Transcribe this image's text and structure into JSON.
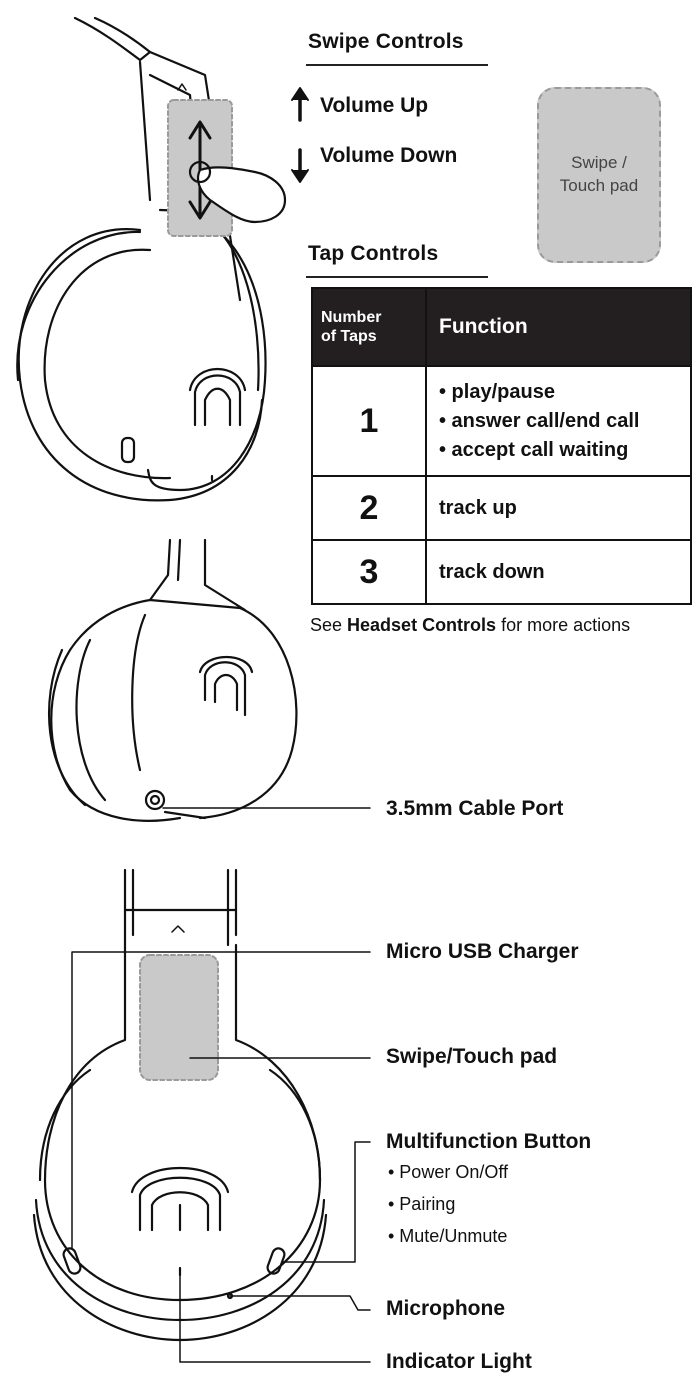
{
  "swipe_controls": {
    "heading": "Swipe Controls",
    "volume_up": "Volume Up",
    "volume_down": "Volume Down",
    "pad_label_line1": "Swipe /",
    "pad_label_line2": "Touch pad"
  },
  "tap_controls": {
    "heading": "Tap Controls",
    "col_taps_line1": "Number",
    "col_taps_line2": "of Taps",
    "col_function": "Function",
    "rows": [
      {
        "taps": "1",
        "functions": [
          "• play/pause",
          "• answer call/end call",
          "• accept call waiting"
        ]
      },
      {
        "taps": "2",
        "functions": [
          "track up"
        ]
      },
      {
        "taps": "3",
        "functions": [
          "track down"
        ]
      }
    ],
    "note_prefix": "See ",
    "note_bold": "Headset Controls",
    "note_suffix": " for more actions"
  },
  "callouts": {
    "cable_port": "3.5mm Cable Port",
    "micro_usb": "Micro USB Charger",
    "touch_pad": "Swipe/Touch pad",
    "multifunction": "Multifunction Button",
    "multifunction_items": [
      "• Power On/Off",
      "• Pairing",
      "• Mute/Unmute"
    ],
    "microphone": "Microphone",
    "indicator": "Indicator Light"
  },
  "colors": {
    "pad_fill": "#c9c9c9",
    "table_header": "#231f20",
    "line": "#111111"
  }
}
